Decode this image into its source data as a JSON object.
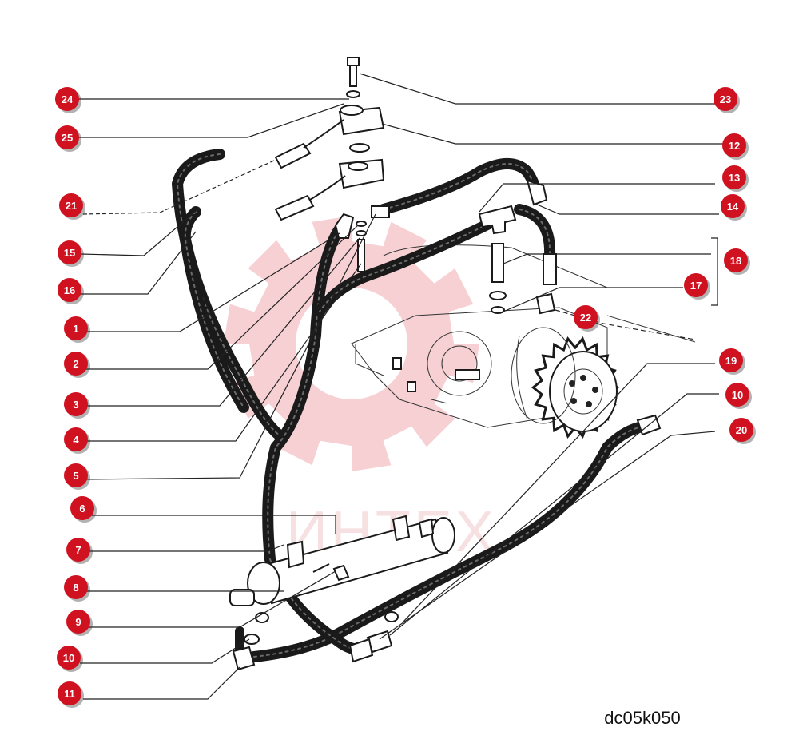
{
  "drawing_code": "dc05k050",
  "watermark_text": "ИНТЕХ",
  "colors": {
    "callout": "#d0111f",
    "watermark": "#f0aab0",
    "ink": "#1a1a1a"
  },
  "callouts_left": [
    "24",
    "25",
    "21",
    "15",
    "16",
    "1",
    "2",
    "3",
    "4",
    "5",
    "6",
    "7",
    "8",
    "9",
    "10",
    "11"
  ],
  "callouts_right": [
    "23",
    "12",
    "13",
    "14",
    "18",
    "17",
    "22",
    "19",
    "10",
    "20"
  ]
}
